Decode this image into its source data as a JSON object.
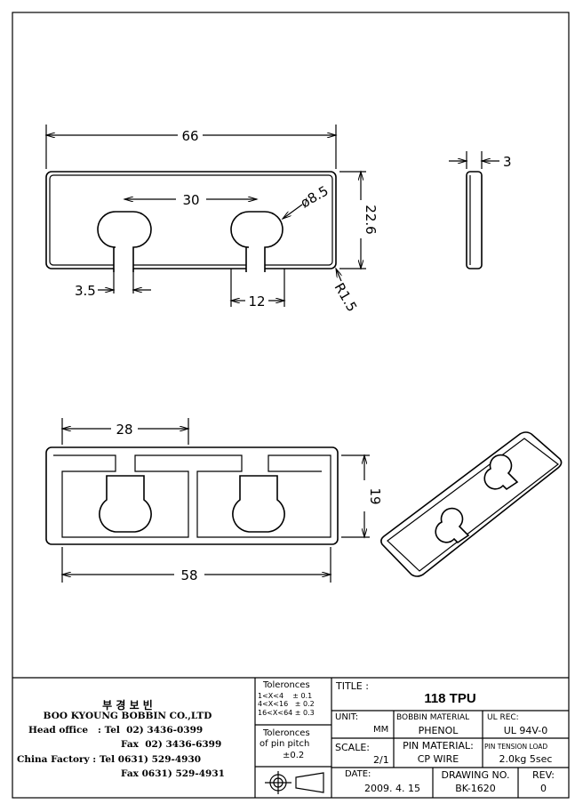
{
  "drawing": {
    "dimensions": {
      "overall_length": "66",
      "pin_pitch": "30",
      "thickness": "3",
      "hole_diameter": "ø8.5",
      "height": "22.6",
      "slot_width": "3.5",
      "slot_spacing": "12",
      "corner_radius": "R1.5",
      "inner_pitch": "28",
      "inner_height": "19",
      "inner_length": "58"
    }
  },
  "company": {
    "korean_name": "부 경 보 빈",
    "name": "BOO KYOUNG BOBBIN CO.,LTD",
    "head_label": "Head office   : Tel  02) 3436-0399",
    "head_fax": "Fax  02) 3436-6399",
    "china_label": "China Factory : Tel 0631) 529-4930",
    "china_fax": "Fax 0631) 529-4931"
  },
  "tolerances": {
    "title": "Toleronces",
    "rows": [
      "1<X<4    ± 0.1",
      "4<X<16   ± 0.2",
      "16<X<64 ± 0.3"
    ],
    "pitch_title_1": "Toleronces",
    "pitch_title_2": "of pin pitch",
    "pitch_value": "±0.2"
  },
  "title_block": {
    "title_label": "TITLE :",
    "title": "118 TPU",
    "unit_label": "UNIT:",
    "unit": "MM",
    "bobbin_material_label": "BOBBIN MATERIAL",
    "bobbin_material": "PHENOL",
    "ul_label": "UL REC:",
    "ul": "UL 94V-0",
    "scale_label": "SCALE:",
    "scale": "2/1",
    "pin_material_label": "PIN MATERIAL:",
    "pin_material": "CP WIRE",
    "pin_tension_label": "PIN TENSION LOAD",
    "pin_tension": "2.0kg 5sec",
    "date_label": "DATE:",
    "date": "2009. 4. 15",
    "drawing_no_label": "DRAWING NO.",
    "drawing_no": "BK-1620",
    "rev_label": "REV:",
    "rev": "0"
  }
}
